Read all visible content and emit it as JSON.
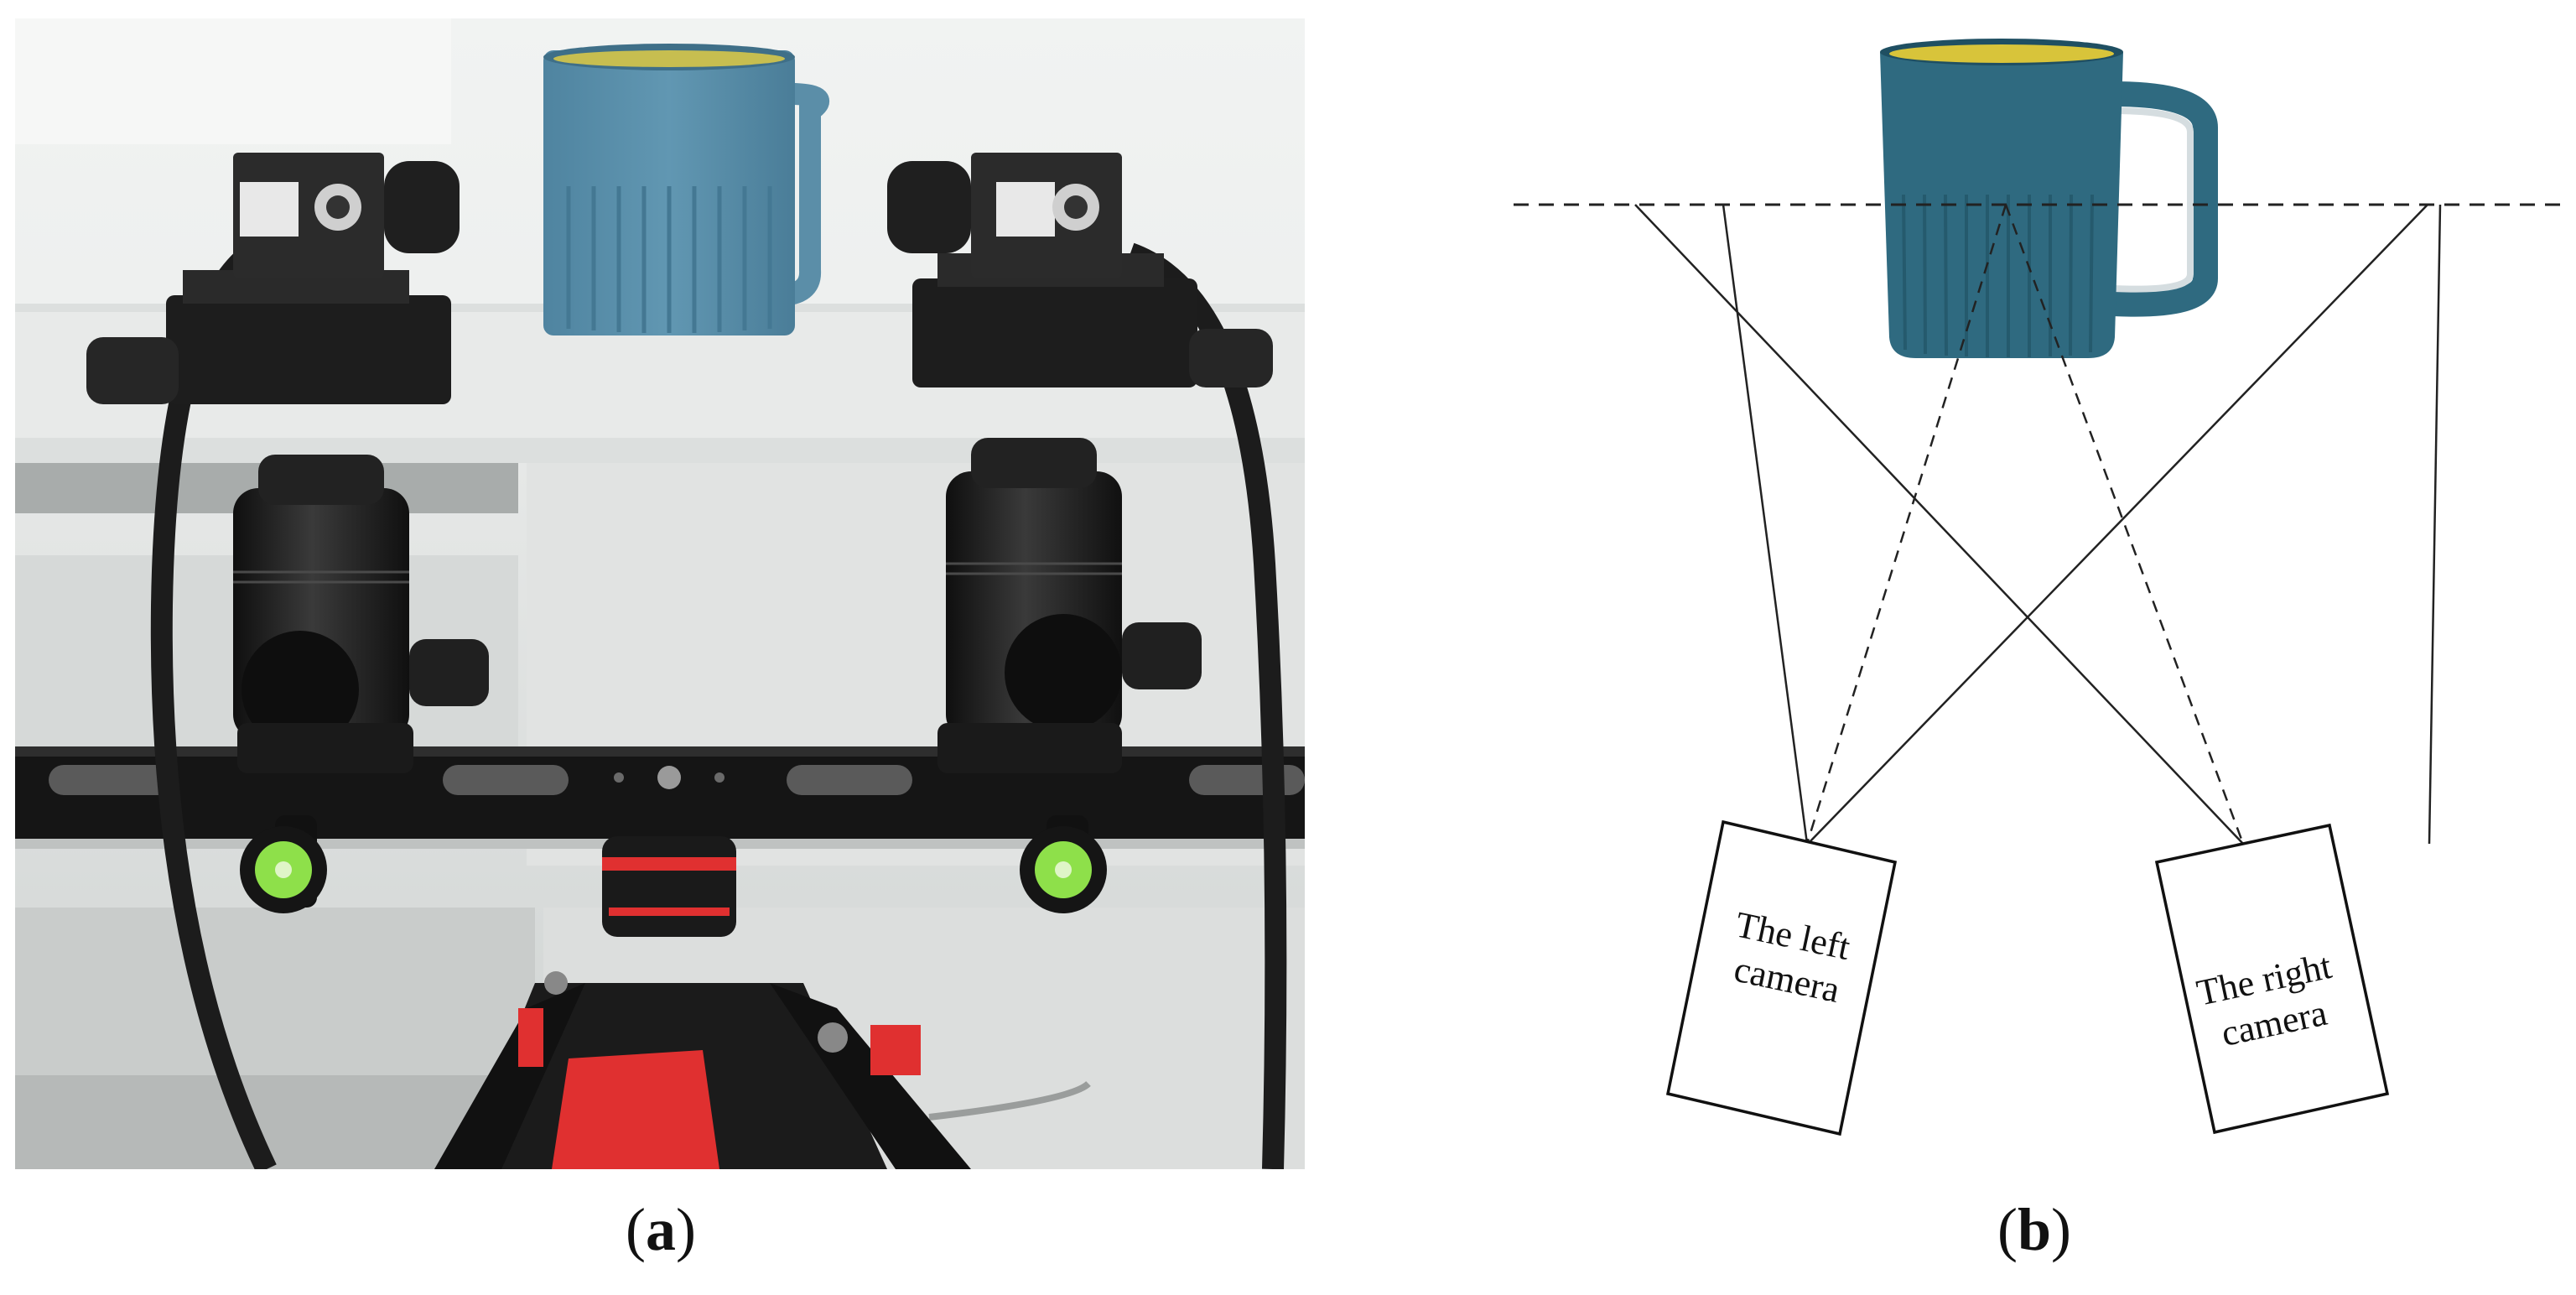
{
  "captions": {
    "a_open": "(",
    "a_letter": "a",
    "a_close": ")",
    "b_open": "(",
    "b_letter": "b",
    "b_close": ")"
  },
  "diagram": {
    "left_camera_line1": "The left",
    "left_camera_line2": "camera",
    "right_camera_line1": "The right",
    "right_camera_line2": "camera"
  },
  "colors": {
    "cup_body": "#2f6a80",
    "cup_inner": "#d8c43a",
    "photo_cup": "#5b8ea8",
    "wall": "#e9ecec",
    "cabinet": "#dfe2e1",
    "rail": "#161616",
    "bubble_level": "#8ee04a",
    "tripod_red": "#e03030"
  }
}
